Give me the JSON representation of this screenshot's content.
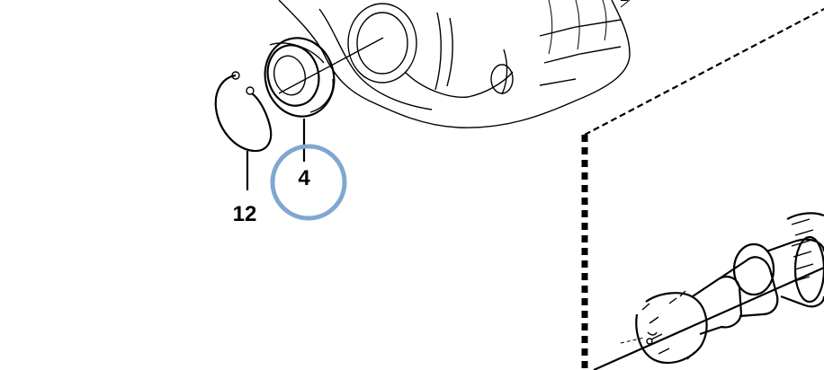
{
  "callouts": [
    {
      "id": "part-4",
      "number": "4"
    },
    {
      "id": "part-12",
      "number": "12"
    }
  ],
  "highlight": {
    "target": "4",
    "color": "#7fa7cf"
  }
}
